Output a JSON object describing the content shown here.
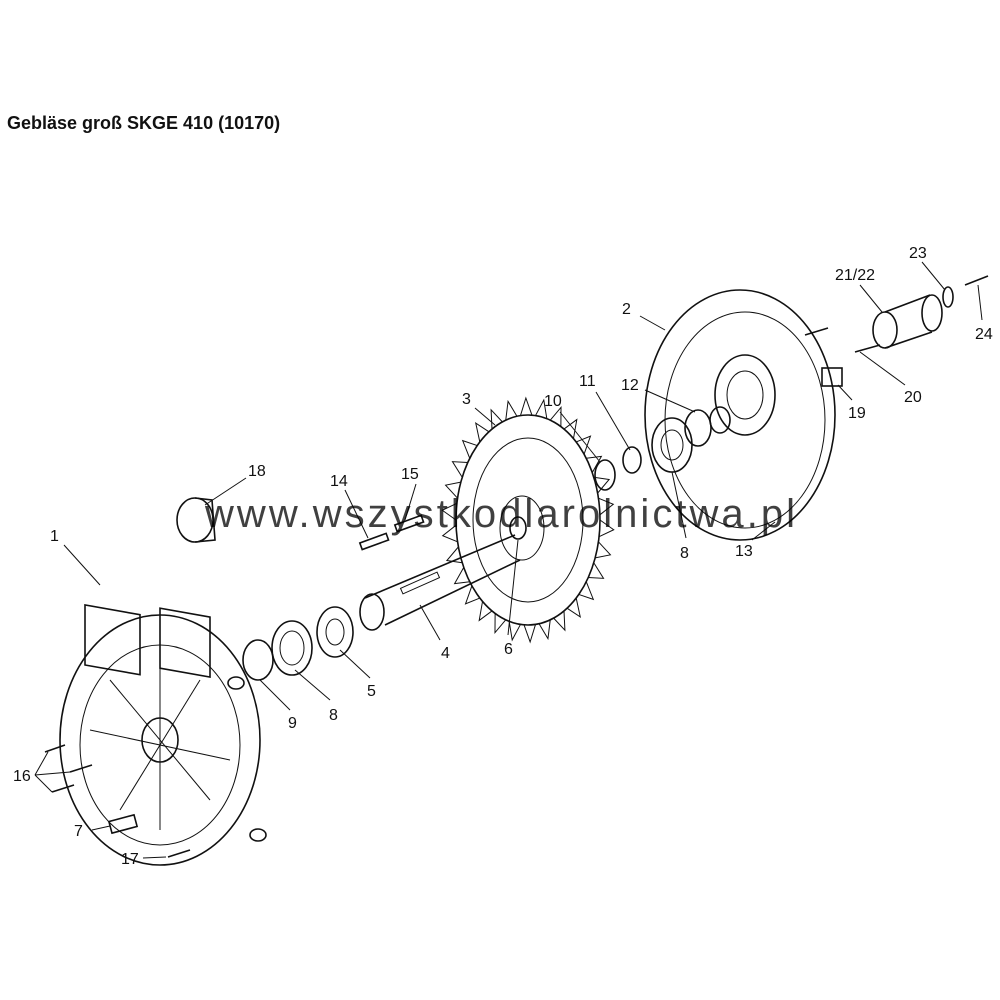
{
  "title": "Gebläse groß SKGE 410 (10170)",
  "watermark": "www.wszystkodlarolnictwa.pl",
  "callouts": {
    "c1": "1",
    "c2": "2",
    "c3": "3",
    "c4": "4",
    "c5": "5",
    "c6": "6",
    "c7": "7",
    "c8a": "8",
    "c8b": "8",
    "c9": "9",
    "c10": "10",
    "c11": "11",
    "c12": "12",
    "c13": "13",
    "c14": "14",
    "c15": "15",
    "c16": "16",
    "c17": "17",
    "c18": "18",
    "c19": "19",
    "c20": "20",
    "c2122": "21/22",
    "c23": "23",
    "c24": "24"
  }
}
